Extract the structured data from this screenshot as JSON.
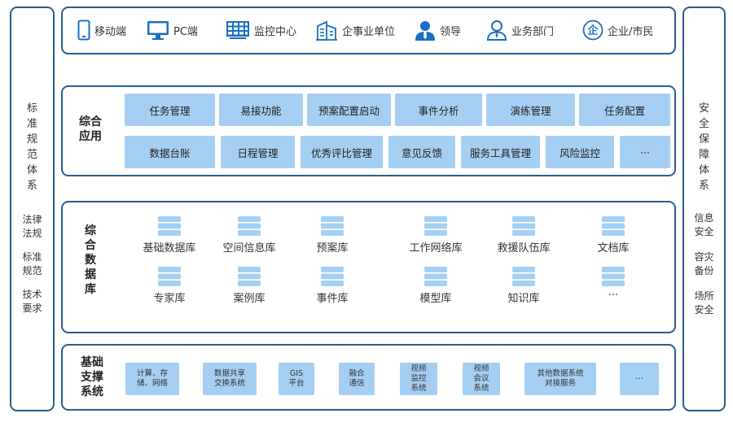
{
  "left_panel": {
    "title": [
      "标",
      "准",
      "规",
      "范",
      "体",
      "系"
    ],
    "groups": [
      [
        "法律",
        "法规"
      ],
      [
        "标准",
        "规范"
      ],
      [
        "技术",
        "要求"
      ]
    ]
  },
  "right_panel": {
    "title": [
      "安",
      "全",
      "保",
      "障",
      "体",
      "系"
    ],
    "groups": [
      [
        "信息",
        "安全"
      ],
      [
        "容灾",
        "备份"
      ],
      [
        "场所",
        "安全"
      ]
    ]
  },
  "clients": [
    {
      "icon": "mobile-icon",
      "label": "移动端"
    },
    {
      "icon": "pc-monitor-icon",
      "label": "PC端"
    },
    {
      "icon": "monitor-grid-icon",
      "label": "监控中心"
    },
    {
      "icon": "building-icon",
      "label": "企事业单位"
    },
    {
      "icon": "leader-icon",
      "label": "领导"
    },
    {
      "icon": "department-user-icon",
      "label": "业务部门"
    },
    {
      "icon": "enterprise-icon",
      "label": "企业/市民"
    }
  ],
  "apps": {
    "label": [
      "综合",
      "应用"
    ],
    "row1": [
      "任务管理",
      "易接功能",
      "预案配置启动",
      "事件分析",
      "演练管理",
      "任务配置"
    ],
    "row2": [
      "数据台账",
      "日程管理",
      "优秀评比管理",
      "意见反馈",
      "服务工具管理",
      "风险监控",
      "···"
    ]
  },
  "databases": {
    "label": [
      "综",
      "合",
      "数",
      "据",
      "库"
    ],
    "row1": [
      "基础数据库",
      "空间信息库",
      "预案库",
      "工作网络库",
      "救援队伍库",
      "文档库"
    ],
    "row2": [
      "专家库",
      "案例库",
      "事件库",
      "模型库",
      "知识库",
      "···"
    ]
  },
  "infra": {
    "label": [
      "基础",
      "支撑",
      "系统"
    ],
    "items": [
      [
        "计算、存",
        "储、网络"
      ],
      [
        "数据共享",
        "交换系统"
      ],
      [
        "GIS",
        "平台"
      ],
      [
        "融合",
        "通信"
      ],
      [
        "视频",
        "监控",
        "系统"
      ],
      [
        "视频",
        "会议",
        "系统"
      ],
      [
        "其他数据系统",
        "对接服务"
      ],
      [
        "···"
      ]
    ]
  },
  "colors": {
    "border": "#2a5c8f",
    "box_fill": "#a4cff3",
    "db_icon": "#a4cff3",
    "icon_blue": "#1a6fc0"
  }
}
